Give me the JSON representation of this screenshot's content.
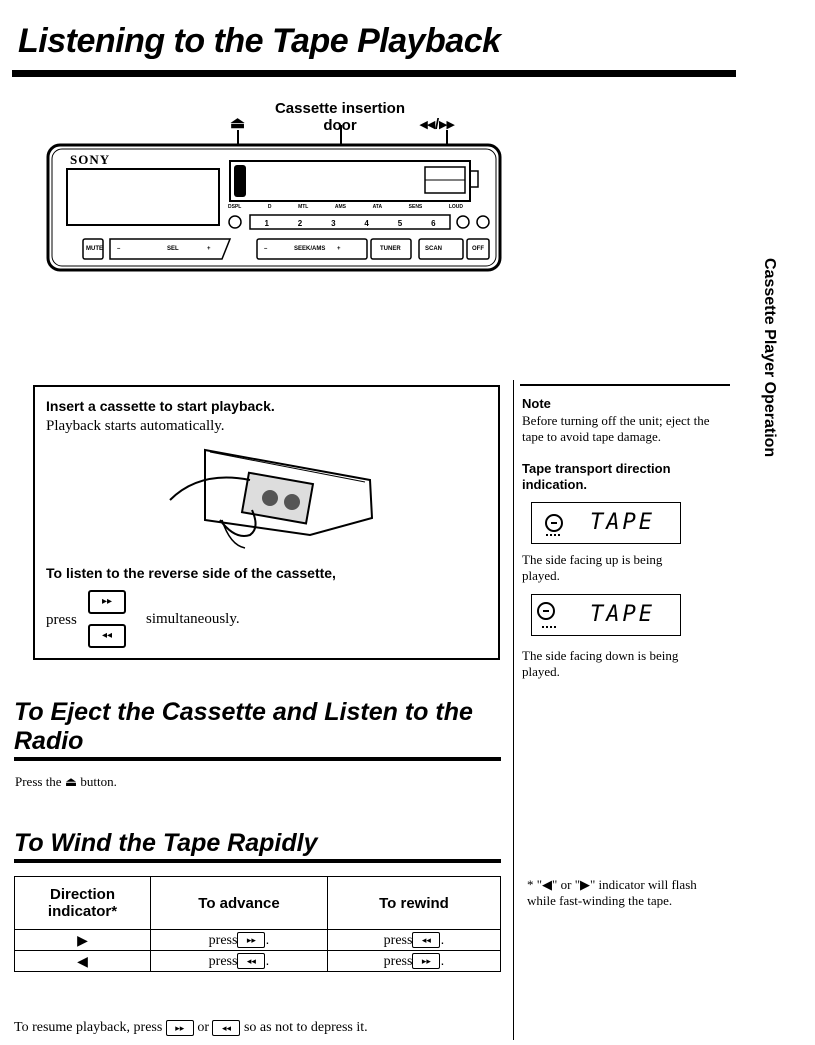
{
  "page_title": "Listening to the Tape Playback",
  "side_tab": "Cassette Player Operation",
  "device": {
    "callout_insertion": "Cassette insertion door",
    "callout_eject": "⏏",
    "callout_ffrew": "◂◂/▸▸",
    "brand": "SONY",
    "buttons": [
      "MUTE",
      "–",
      "SEL",
      "+",
      "–",
      "SEEK/AMS",
      "+",
      "TUNER",
      "SCAN",
      "OFF"
    ],
    "presets": [
      "1",
      "2",
      "3",
      "4",
      "5",
      "6"
    ],
    "top_labels": [
      "DSPL",
      "D",
      "MTL",
      "AMS",
      "ATA",
      "SENS",
      "LOUD"
    ]
  },
  "insert_box": {
    "heading": "Insert a cassette to start playback.",
    "subtext": "Playback starts automatically.",
    "reverse_heading": "To listen to the reverse side of the cassette,",
    "press": "press",
    "simultaneously": "simultaneously."
  },
  "note": {
    "heading": "Note",
    "text": "Before turning off the unit; eject the tape to avoid tape damage.",
    "direction_heading": "Tape transport direction indication.",
    "display_text": "TAPE",
    "up_caption": "The side facing up is being played.",
    "down_caption": "The side facing down is being played."
  },
  "eject_section": {
    "title": "To Eject the Cassette and Listen to the Radio",
    "text": "Press the ⏏ button."
  },
  "wind_section": {
    "title": "To Wind the Tape Rapidly",
    "table": {
      "headers": [
        "Direction indicator*",
        "To advance",
        "To rewind"
      ],
      "rows": [
        {
          "indicator": "▶",
          "advance": "press",
          "rewind": "press"
        },
        {
          "indicator": "◀",
          "advance": "press",
          "rewind": "press"
        }
      ]
    },
    "resume_pre": "To resume playback, press",
    "resume_or": "or",
    "resume_post": "so as not to depress it.",
    "footnote": "* \"◀\" or \"▶\" indicator will flash while fast-winding the tape."
  },
  "icons": {
    "ff_key": "▸▸",
    "rew_key": "◂◂"
  }
}
